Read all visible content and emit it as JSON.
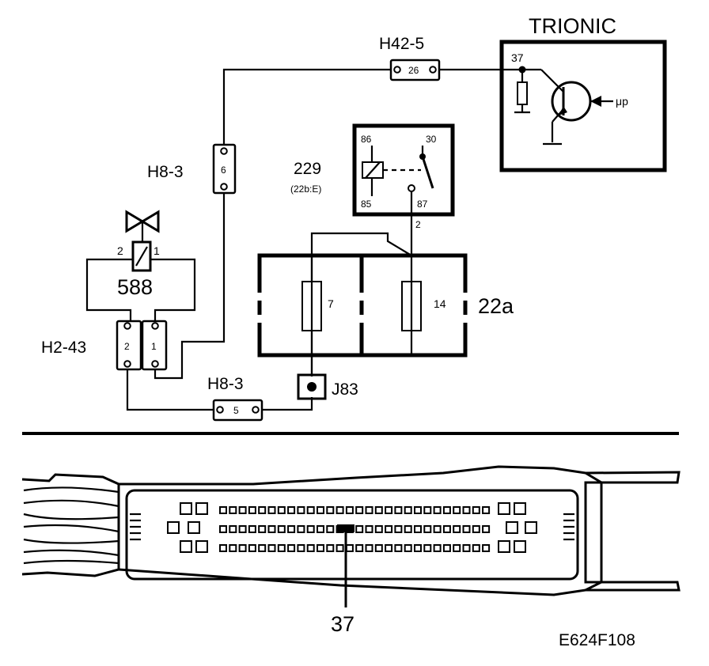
{
  "labels": {
    "ecu_title": "TRIONIC",
    "ecu_pin": "37",
    "ecu_input": "μp",
    "connector_top": "H42-5",
    "connector_top_pin": "26",
    "connector_left": "H8-3",
    "connector_left_pin": "6",
    "relay_number": "229",
    "relay_ref": "(22b:E)",
    "relay_pin_86": "86",
    "relay_pin_85": "85",
    "relay_pin_30": "30",
    "relay_pin_87": "87",
    "relay_wire": "2",
    "valve_pin_2": "2",
    "valve_pin_1": "1",
    "valve_number": "588",
    "fusebox": "22a",
    "fuse_7": "7",
    "fuse_14": "14",
    "connector_h2": "H2-43",
    "h2_pin_2": "2",
    "h2_pin_1": "1",
    "connector_bottom": "H8-3",
    "connector_bottom_pin": "5",
    "junction": "J83",
    "plug_pin": "37",
    "figure_code": "E624F108"
  }
}
